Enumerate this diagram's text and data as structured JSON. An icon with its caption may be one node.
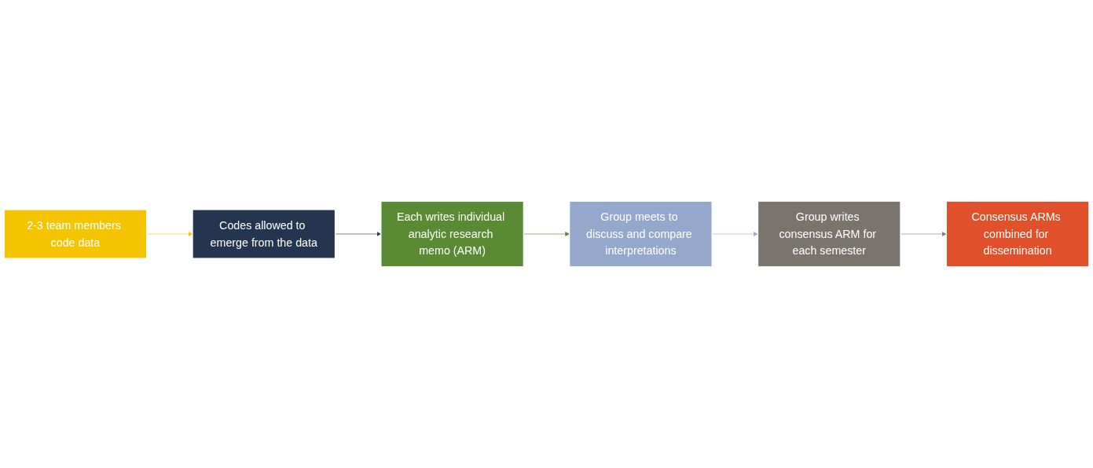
{
  "diagram": {
    "nodes": [
      {
        "text": [
          "2-3 team members code data"
        ]
      },
      {
        "text": [
          "Codes allowed to emerge from the data"
        ]
      },
      {
        "text": [
          "Each writes individual analytic research memo (ARM)"
        ]
      },
      {
        "text": [
          "Group meets to discuss and compare interpretations"
        ]
      },
      {
        "text": [
          "Group writes consensus ARM for each semester"
        ]
      },
      {
        "text": [
          "Consensus ARMs combined for dissemination"
        ]
      }
    ],
    "edges": [
      {
        "from": 0,
        "to": 1,
        "arrow": "to",
        "color": "#ffc000"
      },
      {
        "from": 1,
        "to": 2,
        "arrow": "to",
        "color": "#333f50"
      },
      {
        "from": 2,
        "to": 3,
        "arrow": "to",
        "color": "#548235"
      },
      {
        "from": 3,
        "to": 4,
        "arrow": "to",
        "color": "#8eaadb"
      },
      {
        "from": 4,
        "to": 5,
        "arrow": "to",
        "color": "#808080"
      }
    ]
  }
}
